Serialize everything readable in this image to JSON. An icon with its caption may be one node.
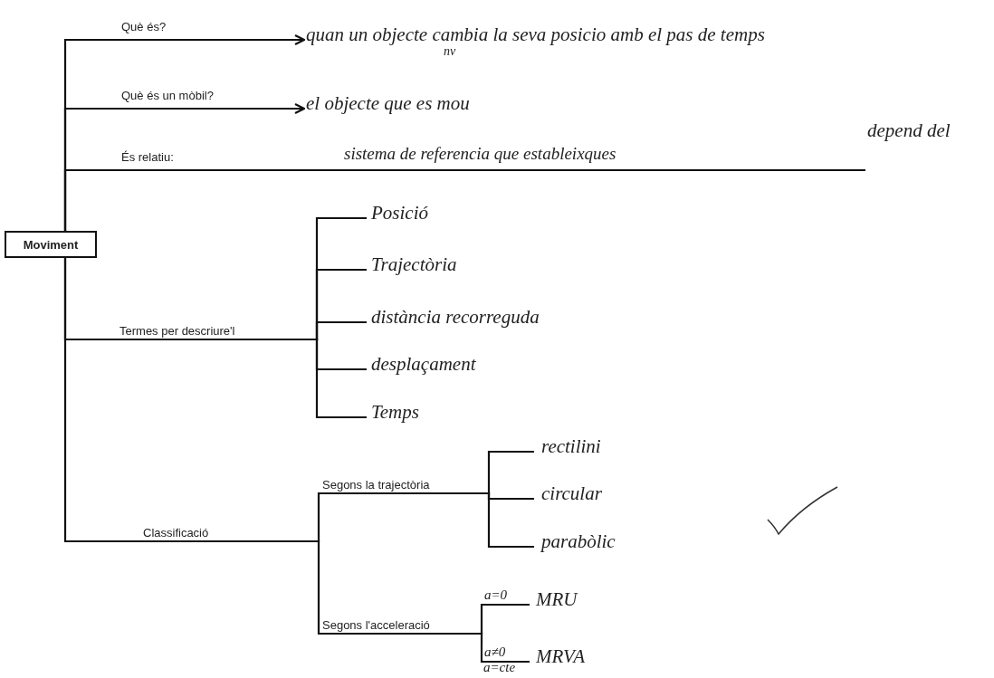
{
  "diagram": {
    "nodes": [
      {
        "text": [
          "Moviment"
        ]
      },
      {
        "text": [
          "quan un objecte cambia la seva posicio amb el pas de temps"
        ]
      },
      {
        "text": [
          "el objecte que es mou"
        ]
      },
      {
        "text": [
          "depend del"
        ]
      },
      {
        "text": [
          "Termes per descriure'l"
        ]
      },
      {
        "text": [
          "Posició"
        ]
      },
      {
        "text": [
          "Trajectòria"
        ]
      },
      {
        "text": [
          "distància recorreguda"
        ]
      },
      {
        "text": [
          "desplaçament"
        ]
      },
      {
        "text": [
          "Temps"
        ]
      },
      {
        "text": [
          "Classificació"
        ]
      },
      {
        "text": [
          "Segons la trajectòria"
        ]
      },
      {
        "text": [
          "Segons l'acceleració"
        ]
      },
      {
        "text": [
          "rectilini"
        ]
      },
      {
        "text": [
          "circular"
        ]
      },
      {
        "text": [
          "parabòlic"
        ]
      },
      {
        "text": [
          "MRU"
        ]
      },
      {
        "text": [
          "MRVA"
        ]
      }
    ],
    "edges": [
      {
        "from": 0,
        "to": 1,
        "arrow": "to",
        "label": "Què és?"
      },
      {
        "from": 0,
        "to": 2,
        "arrow": "to",
        "label": "Què és un mòbil?"
      },
      {
        "from": 0,
        "to": 3,
        "arrow": "none",
        "label": "És relatiu:"
      },
      {
        "from": 0,
        "to": 4,
        "arrow": "none"
      },
      {
        "from": 4,
        "to": 5,
        "arrow": "none"
      },
      {
        "from": 4,
        "to": 6,
        "arrow": "none"
      },
      {
        "from": 4,
        "to": 7,
        "arrow": "none"
      },
      {
        "from": 4,
        "to": 8,
        "arrow": "none"
      },
      {
        "from": 4,
        "to": 9,
        "arrow": "none"
      },
      {
        "from": 0,
        "to": 10,
        "arrow": "none"
      },
      {
        "from": 10,
        "to": 11,
        "arrow": "none"
      },
      {
        "from": 10,
        "to": 12,
        "arrow": "none"
      },
      {
        "from": 11,
        "to": 13,
        "arrow": "none"
      },
      {
        "from": 11,
        "to": 14,
        "arrow": "none"
      },
      {
        "from": 11,
        "to": 15,
        "arrow": "none"
      },
      {
        "from": 12,
        "to": 16,
        "arrow": "none",
        "label": "a=0"
      },
      {
        "from": 12,
        "to": 17,
        "arrow": "none",
        "label": "a≠0"
      }
    ],
    "labels": [
      "nv",
      "sistema de referencia que estableixques",
      "a=cte"
    ]
  }
}
